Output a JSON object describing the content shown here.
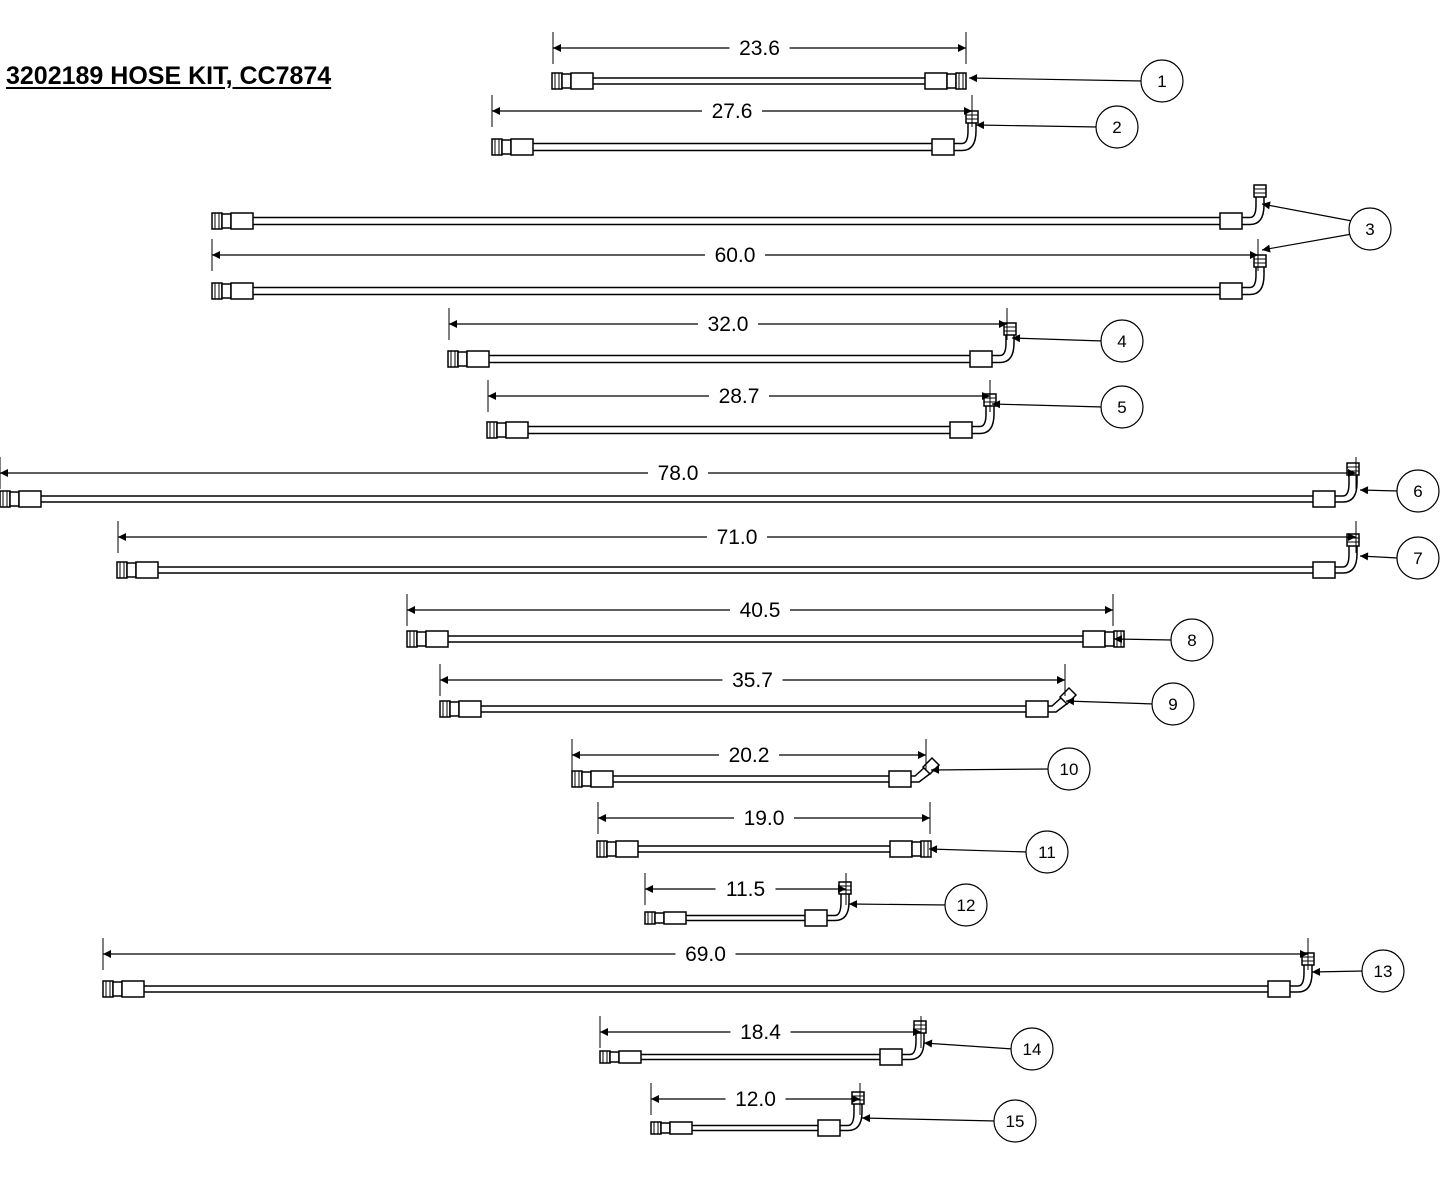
{
  "title": "3202189 HOSE KIT, CC7874",
  "hoses": [
    {
      "item": "1",
      "length": "23.6",
      "end": "straight"
    },
    {
      "item": "2",
      "length": "27.6",
      "end": "elbow90"
    },
    {
      "item": "3",
      "length": "60.0",
      "end": "elbow90"
    },
    {
      "item": "4",
      "length": "32.0",
      "end": "elbow90"
    },
    {
      "item": "5",
      "length": "28.7",
      "end": "elbow90"
    },
    {
      "item": "6",
      "length": "78.0",
      "end": "elbow90"
    },
    {
      "item": "7",
      "length": "71.0",
      "end": "elbow90"
    },
    {
      "item": "8",
      "length": "40.5",
      "end": "straight"
    },
    {
      "item": "9",
      "length": "35.7",
      "end": "elbow45"
    },
    {
      "item": "10",
      "length": "20.2",
      "end": "elbow45"
    },
    {
      "item": "11",
      "length": "19.0",
      "end": "straight"
    },
    {
      "item": "12",
      "length": "11.5",
      "end": "elbow90"
    },
    {
      "item": "13",
      "length": "69.0",
      "end": "elbow90"
    },
    {
      "item": "14",
      "length": "18.4",
      "end": "elbow90"
    },
    {
      "item": "15",
      "length": "12.0",
      "end": "elbow90"
    }
  ]
}
